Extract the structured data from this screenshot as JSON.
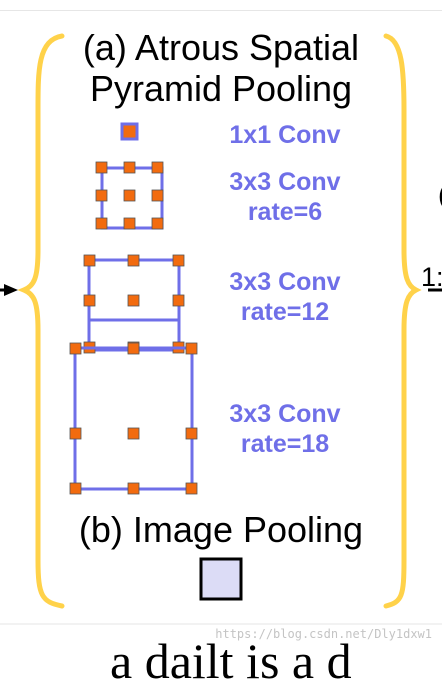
{
  "aspp": {
    "title_line1": "(a) Atrous Spatial",
    "title_line2": "Pyramid Pooling",
    "branches": [
      {
        "label_line1": "1x1 Conv",
        "label_line2": ""
      },
      {
        "label_line1": "3x3 Conv",
        "label_line2": "rate=6"
      },
      {
        "label_line1": "3x3 Conv",
        "label_line2": "rate=12"
      },
      {
        "label_line1": "3x3 Conv",
        "label_line2": "rate=18"
      }
    ]
  },
  "image_pooling": {
    "title": "(b) Image Pooling"
  },
  "cropped_right": {
    "line1": "(",
    "line2": "1:"
  },
  "watermark": "https://blog.csdn.net/Dly1dxw1",
  "cropped_bottom_text": "a dailt is a d",
  "colors": {
    "brace": "#ffd24a",
    "kernel_border": "#6f6fe8",
    "kernel_dot": "#f26b0f",
    "label": "#6f6fe8",
    "pool_fill": "#dcdcf6"
  }
}
